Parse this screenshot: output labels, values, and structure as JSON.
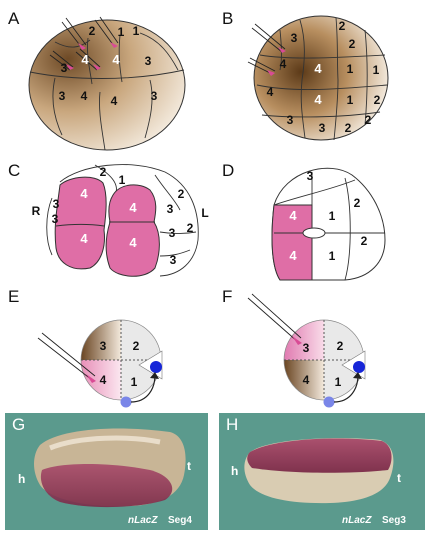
{
  "panels": {
    "A": {
      "label": "A",
      "cells": [
        "2",
        "1",
        "1",
        "3",
        "4",
        "4",
        "3",
        "3",
        "4",
        "4",
        "3"
      ]
    },
    "B": {
      "label": "B",
      "cells": [
        "2",
        "3",
        "2",
        "4",
        "4",
        "1",
        "1",
        "4",
        "4",
        "1",
        "2",
        "3",
        "3",
        "2",
        "2"
      ]
    },
    "C": {
      "label": "C",
      "cells": [
        "2",
        "1",
        "2",
        "3",
        "3",
        "4",
        "4",
        "4",
        "4",
        "3",
        "3",
        "2",
        "3"
      ],
      "left_side": "R",
      "right_side": "L"
    },
    "D": {
      "label": "D",
      "cells": [
        "3",
        "2",
        "4",
        "1",
        "4",
        "1",
        "2"
      ]
    },
    "E": {
      "label": "E",
      "cells": [
        "3",
        "2",
        "4",
        "1"
      ]
    },
    "F": {
      "label": "F",
      "cells": [
        "3",
        "2",
        "4",
        "1"
      ]
    },
    "G": {
      "label": "G",
      "head": "h",
      "tail": "t",
      "caption_gene": "nLacZ",
      "caption_seg": "Seg4"
    },
    "H": {
      "label": "H",
      "head": "h",
      "tail": "t",
      "caption_gene": "nLacZ",
      "caption_seg": "Seg3"
    }
  },
  "colors": {
    "pink": "#df6ea6",
    "brown": "#7a5230",
    "teal": "#5b9a8d",
    "blue": "#1626d8",
    "lightblue": "#7a86e8"
  }
}
